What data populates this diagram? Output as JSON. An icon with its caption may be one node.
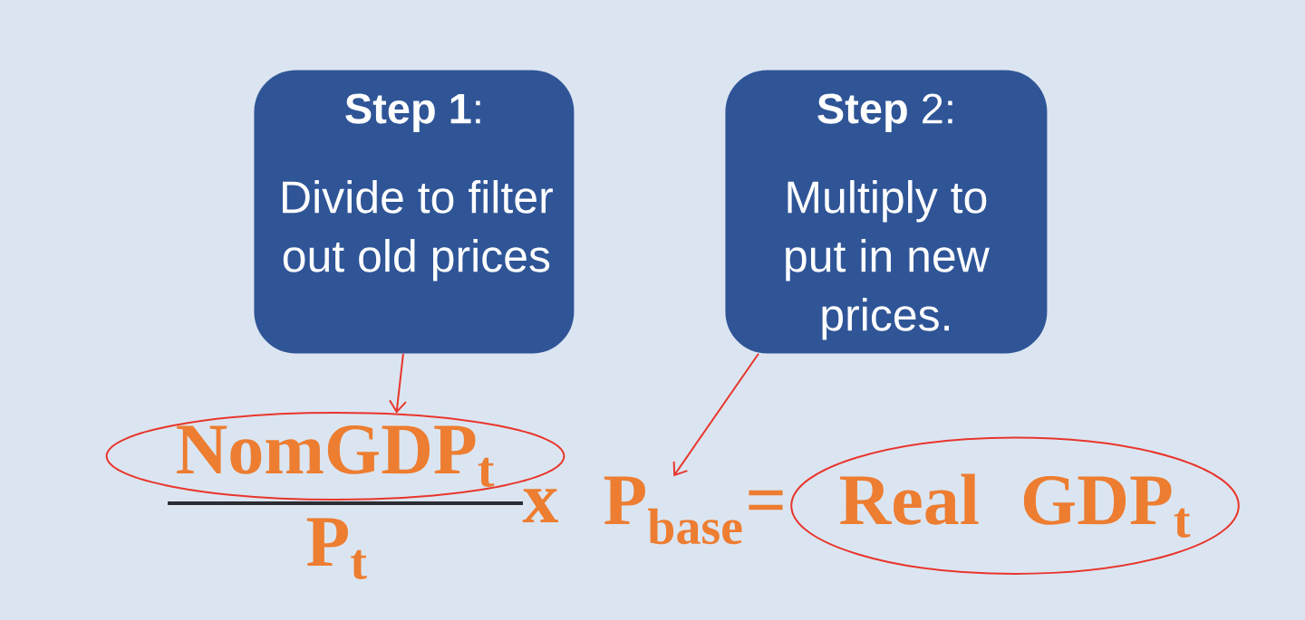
{
  "diagram": {
    "nodes": [
      {
        "text": [
          "**Step 1**:",
          "Divide to filter out old prices"
        ]
      },
      {
        "text": [
          "**Step** 2:",
          "Multiply to put in new prices."
        ]
      },
      {
        "text": [
          "NomGDP$_{t}$"
        ]
      },
      {
        "text": [
          "P$_{base}$"
        ]
      },
      {
        "text": [
          "Real GDP$_{t}$"
        ]
      }
    ],
    "edges": [
      {
        "from": 0,
        "to": 2,
        "arrow": "to"
      },
      {
        "from": 1,
        "to": 3,
        "arrow": "to"
      }
    ],
    "labels": [
      "x",
      "=",
      "P$_{t}$"
    ]
  }
}
